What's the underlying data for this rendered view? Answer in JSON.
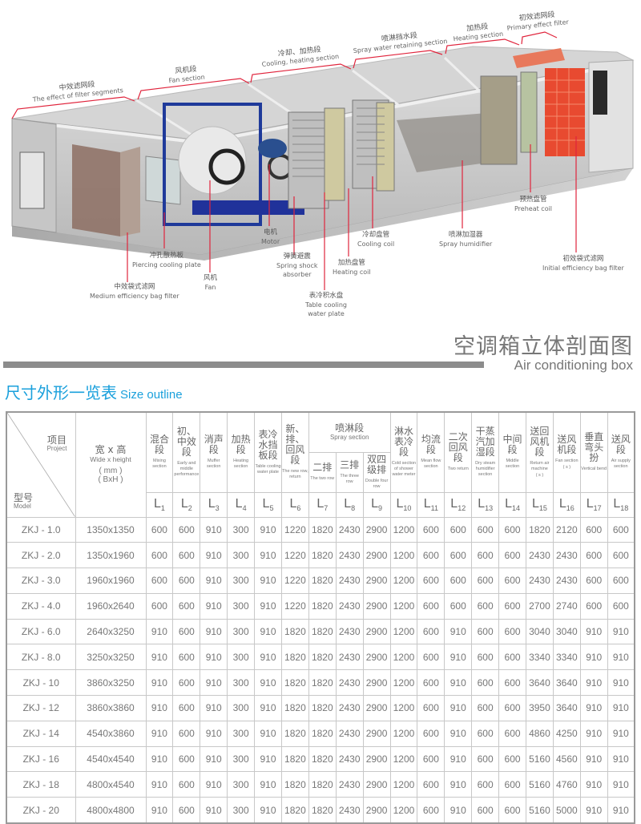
{
  "illustration": {
    "sections": [
      {
        "cn": "中效滤网段",
        "en": "The effect of filter segments"
      },
      {
        "cn": "风机段",
        "en": "Fan section"
      },
      {
        "cn": "冷却、加热段",
        "en": "Cooling, heating section"
      },
      {
        "cn": "喷淋挡水段",
        "en": "Spray water retaining section"
      },
      {
        "cn": "加热段",
        "en": "Heating section"
      },
      {
        "cn": "初效滤网段",
        "en": "Primary effect filter"
      }
    ],
    "callouts": [
      {
        "cn": "冲孔散热板",
        "en": "Piercing cooling plate"
      },
      {
        "cn": "中效袋式滤网",
        "en": "Medium efficiency bag filter"
      },
      {
        "cn": "风机",
        "en": "Fan"
      },
      {
        "cn": "电机",
        "en": "Motor"
      },
      {
        "cn": "弹簧避震",
        "en": "Spring shock",
        "en2": "absorber"
      },
      {
        "cn": "加热盘管",
        "en": "Heating coil"
      },
      {
        "cn": "表冷积水盘",
        "en": "Table cooling",
        "en2": "water plate"
      },
      {
        "cn": "冷却盘管",
        "en": "Cooling coil"
      },
      {
        "cn": "喷淋加湿器",
        "en": "Spray humidifier"
      },
      {
        "cn": "预热盘管",
        "en": "Preheat coil"
      },
      {
        "cn": "初效袋式滤网",
        "en": "Initial efficiency bag filter"
      }
    ]
  },
  "caption": {
    "cn": "空调箱立体剖面图",
    "en": "Air conditioning box"
  },
  "size_outline": {
    "title_cn": "尺寸外形一览表",
    "title_en": "Size outline"
  },
  "table": {
    "corner": {
      "top_cn": "项目",
      "top_en": "Project",
      "bottom_cn": "型号",
      "bottom_en": "Model"
    },
    "dims_header": {
      "cn": "宽 x 高",
      "en": "Wide x height",
      "unit": "( mm )",
      "bxh": "( BxH )"
    },
    "spray_group": {
      "cn": "喷淋段",
      "en": "Spray section"
    },
    "columns": [
      {
        "cn": "混合段",
        "en": "Mixing section",
        "l": "1"
      },
      {
        "cn": "初、中效段",
        "en": "Early and middle performance",
        "l": "2"
      },
      {
        "cn": "消声段",
        "en": "Muffer section",
        "l": "3"
      },
      {
        "cn": "加热段",
        "en": "Heating section",
        "l": "4"
      },
      {
        "cn": "表冷水挡板段",
        "en": "Table cooling water plate",
        "l": "5"
      },
      {
        "cn": "新、排、回风段",
        "en": "The new row, return",
        "l": "6"
      },
      {
        "cn": "二排",
        "en": "The two row",
        "l": "7"
      },
      {
        "cn": "三排",
        "en": "The three row",
        "l": "8"
      },
      {
        "cn": "双四级排",
        "en": "Double four row",
        "l": "9"
      },
      {
        "cn": "淋水表冷段",
        "en": "Cold section of shower water meter",
        "l": "10"
      },
      {
        "cn": "均流段",
        "en": "Mean flow section",
        "l": "11"
      },
      {
        "cn": "二次回风段",
        "en": "Two return",
        "l": "12"
      },
      {
        "cn": "干蒸汽加湿段",
        "en": "Dry steam humidifier section",
        "l": "13"
      },
      {
        "cn": "中间段",
        "en": "Middle section",
        "l": "14"
      },
      {
        "cn": "送回风机段",
        "en": "Return air machine",
        "note": "( s )",
        "l": "15"
      },
      {
        "cn": "送风机段",
        "en": "Fan section",
        "note": "( s )",
        "l": "16"
      },
      {
        "cn": "垂直弯头扮",
        "en": "Vertical bend",
        "l": "17"
      },
      {
        "cn": "送风段",
        "en": "Air supply section",
        "l": "18"
      }
    ],
    "rows": [
      {
        "model": "ZKJ - 1.0",
        "size": "1350x1350",
        "v": [
          "600",
          "600",
          "910",
          "300",
          "910",
          "1220",
          "1820",
          "2430",
          "2900",
          "1200",
          "600",
          "600",
          "600",
          "600",
          "1820",
          "2120",
          "600",
          "600"
        ]
      },
      {
        "model": "ZKJ - 2.0",
        "size": "1350x1960",
        "v": [
          "600",
          "600",
          "910",
          "300",
          "910",
          "1220",
          "1820",
          "2430",
          "2900",
          "1200",
          "600",
          "600",
          "600",
          "600",
          "2430",
          "2430",
          "600",
          "600"
        ]
      },
      {
        "model": "ZKJ - 3.0",
        "size": "1960x1960",
        "v": [
          "600",
          "600",
          "910",
          "300",
          "910",
          "1220",
          "1820",
          "2430",
          "2900",
          "1200",
          "600",
          "600",
          "600",
          "600",
          "2430",
          "2430",
          "600",
          "600"
        ]
      },
      {
        "model": "ZKJ - 4.0",
        "size": "1960x2640",
        "v": [
          "600",
          "600",
          "910",
          "300",
          "910",
          "1220",
          "1820",
          "2430",
          "2900",
          "1200",
          "600",
          "600",
          "600",
          "600",
          "2700",
          "2740",
          "600",
          "600"
        ]
      },
      {
        "model": "ZKJ - 6.0",
        "size": "2640x3250",
        "v": [
          "910",
          "600",
          "910",
          "300",
          "910",
          "1820",
          "1820",
          "2430",
          "2900",
          "1200",
          "600",
          "910",
          "600",
          "600",
          "3040",
          "3040",
          "910",
          "910"
        ]
      },
      {
        "model": "ZKJ - 8.0",
        "size": "3250x3250",
        "v": [
          "910",
          "600",
          "910",
          "300",
          "910",
          "1820",
          "1820",
          "2430",
          "2900",
          "1200",
          "600",
          "910",
          "600",
          "600",
          "3340",
          "3340",
          "910",
          "910"
        ]
      },
      {
        "model": "ZKJ - 10",
        "size": "3860x3250",
        "v": [
          "910",
          "600",
          "910",
          "300",
          "910",
          "1820",
          "1820",
          "2430",
          "2900",
          "1200",
          "600",
          "910",
          "600",
          "600",
          "3640",
          "3640",
          "910",
          "910"
        ]
      },
      {
        "model": "ZKJ - 12",
        "size": "3860x3860",
        "v": [
          "910",
          "600",
          "910",
          "300",
          "910",
          "1820",
          "1820",
          "2430",
          "2900",
          "1200",
          "600",
          "910",
          "600",
          "600",
          "3950",
          "3640",
          "910",
          "910"
        ]
      },
      {
        "model": "ZKJ - 14",
        "size": "4540x3860",
        "v": [
          "910",
          "600",
          "910",
          "300",
          "910",
          "1820",
          "1820",
          "2430",
          "2900",
          "1200",
          "600",
          "910",
          "600",
          "600",
          "4860",
          "4250",
          "910",
          "910"
        ]
      },
      {
        "model": "ZKJ - 16",
        "size": "4540x4540",
        "v": [
          "910",
          "600",
          "910",
          "300",
          "910",
          "1820",
          "1820",
          "2430",
          "2900",
          "1200",
          "600",
          "910",
          "600",
          "600",
          "5160",
          "4560",
          "910",
          "910"
        ]
      },
      {
        "model": "ZKJ - 18",
        "size": "4800x4540",
        "v": [
          "910",
          "600",
          "910",
          "300",
          "910",
          "1820",
          "1820",
          "2430",
          "2900",
          "1200",
          "600",
          "910",
          "600",
          "600",
          "5160",
          "4760",
          "910",
          "910"
        ]
      },
      {
        "model": "ZKJ - 20",
        "size": "4800x4800",
        "v": [
          "910",
          "600",
          "910",
          "300",
          "910",
          "1820",
          "1820",
          "2430",
          "2900",
          "1200",
          "600",
          "910",
          "600",
          "600",
          "5160",
          "5000",
          "910",
          "910"
        ]
      }
    ]
  },
  "colors": {
    "accent_blue": "#1aa0dc",
    "callout_red": "#e0243c",
    "caption_gray": "#777777",
    "bar_gray": "#8c8c8c"
  }
}
